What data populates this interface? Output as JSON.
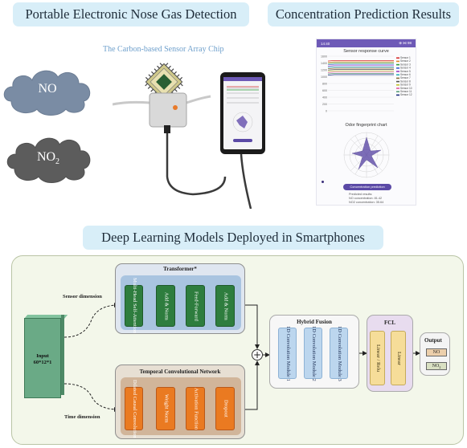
{
  "titles": {
    "portable": "Portable Electronic Nose Gas Detection",
    "prediction": "Concentration Prediction Results",
    "models": "Deep Learning Models Deployed in Smartphones"
  },
  "gases": {
    "no": "NO",
    "no2_base": "NO",
    "no2_sub": "2"
  },
  "chip_caption": "The Carbon-based Sensor Array Chip",
  "app": {
    "time": "14:40",
    "status_icons": "⊕ ⋈ 98",
    "chart1_title": "Sensor response curve",
    "chart1_yticks": [
      "1600",
      "1400",
      "1200",
      "1000",
      "800",
      "600",
      "400",
      "200",
      "0"
    ],
    "legend": [
      "Sensor 1",
      "Sensor 2",
      "Sensor 3",
      "Sensor 4",
      "Sensor 5",
      "Sensor 6",
      "Sensor 7",
      "Sensor 8",
      "Sensor 9",
      "Sensor 10",
      "Sensor 11",
      "Sensor 12"
    ],
    "chart2_title": "Odor fingerprint chart",
    "button": "Concentration prediction",
    "result_header": "Predicted results:",
    "result_no": "NO concentration: 81.42",
    "result_no2": "NO2 concentration: 35.64",
    "line_colors": [
      "#d62f2f",
      "#e08a2a",
      "#2f9e3a",
      "#3a5bd0",
      "#9a3fc0",
      "#2bb0b8",
      "#8a6d3b",
      "#555555",
      "#c0c02a",
      "#e05aa0",
      "#5a9e7a",
      "#1d2f80"
    ]
  },
  "diagram": {
    "sensor_dim": "Sensor dimension",
    "time_dim": "Time dimension",
    "input_label": "Input",
    "input_shape": "60*12*1",
    "transformer": {
      "title": "Transformer*",
      "blocks": [
        "Multi-Head Self-Attention",
        "Add & Norm",
        "Feed-Forward",
        "Add & Norm"
      ]
    },
    "tcn": {
      "title": "Temporal Convolutional Network",
      "blocks": [
        "Dilated Causal Convolution",
        "Weight Norm",
        "Activation Function",
        "Dropout"
      ]
    },
    "fusion": {
      "title": "Hybrid Fusion",
      "blocks": [
        "1D Convolution Module 1",
        "1D Convolution Module 2",
        "1D Convolution Module 3"
      ]
    },
    "fcl": {
      "title": "FCL",
      "blocks": [
        "Linear / Relu",
        "Linear"
      ]
    },
    "output": {
      "title": "Output",
      "card1": "NO",
      "card2_base": "NO",
      "card2_sub": "2"
    }
  }
}
